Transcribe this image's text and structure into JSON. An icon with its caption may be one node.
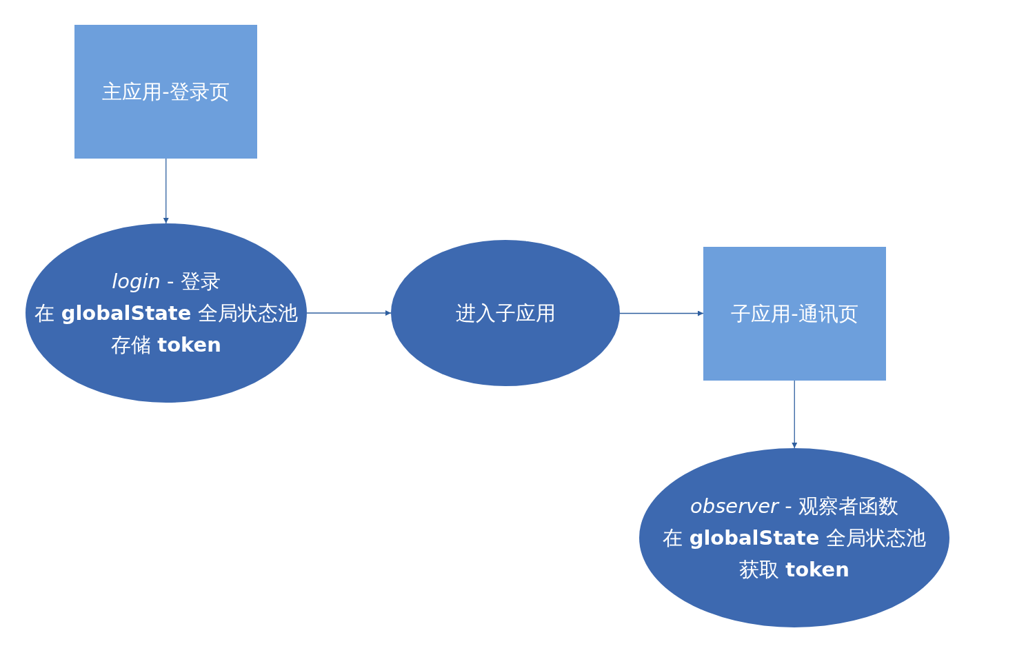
{
  "diagram": {
    "nodes": [
      {
        "text": [
          "主应用-登录页"
        ]
      },
      {
        "text": [
          "*login* - 登录",
          "在 **globalState** 全局状态池",
          "存储 **token**"
        ]
      },
      {
        "text": [
          "进入子应用"
        ]
      },
      {
        "text": [
          "子应用-通讯页"
        ]
      },
      {
        "text": [
          "*observer* - 观察者函数",
          "在 **globalState** 全局状态池",
          "获取 **token**"
        ]
      }
    ],
    "edges": [
      {
        "from": 0,
        "to": 1,
        "arrow": "to"
      },
      {
        "from": 1,
        "to": 2,
        "arrow": "to"
      },
      {
        "from": 2,
        "to": 3,
        "arrow": "to"
      },
      {
        "from": 3,
        "to": 4,
        "arrow": "to"
      }
    ]
  }
}
